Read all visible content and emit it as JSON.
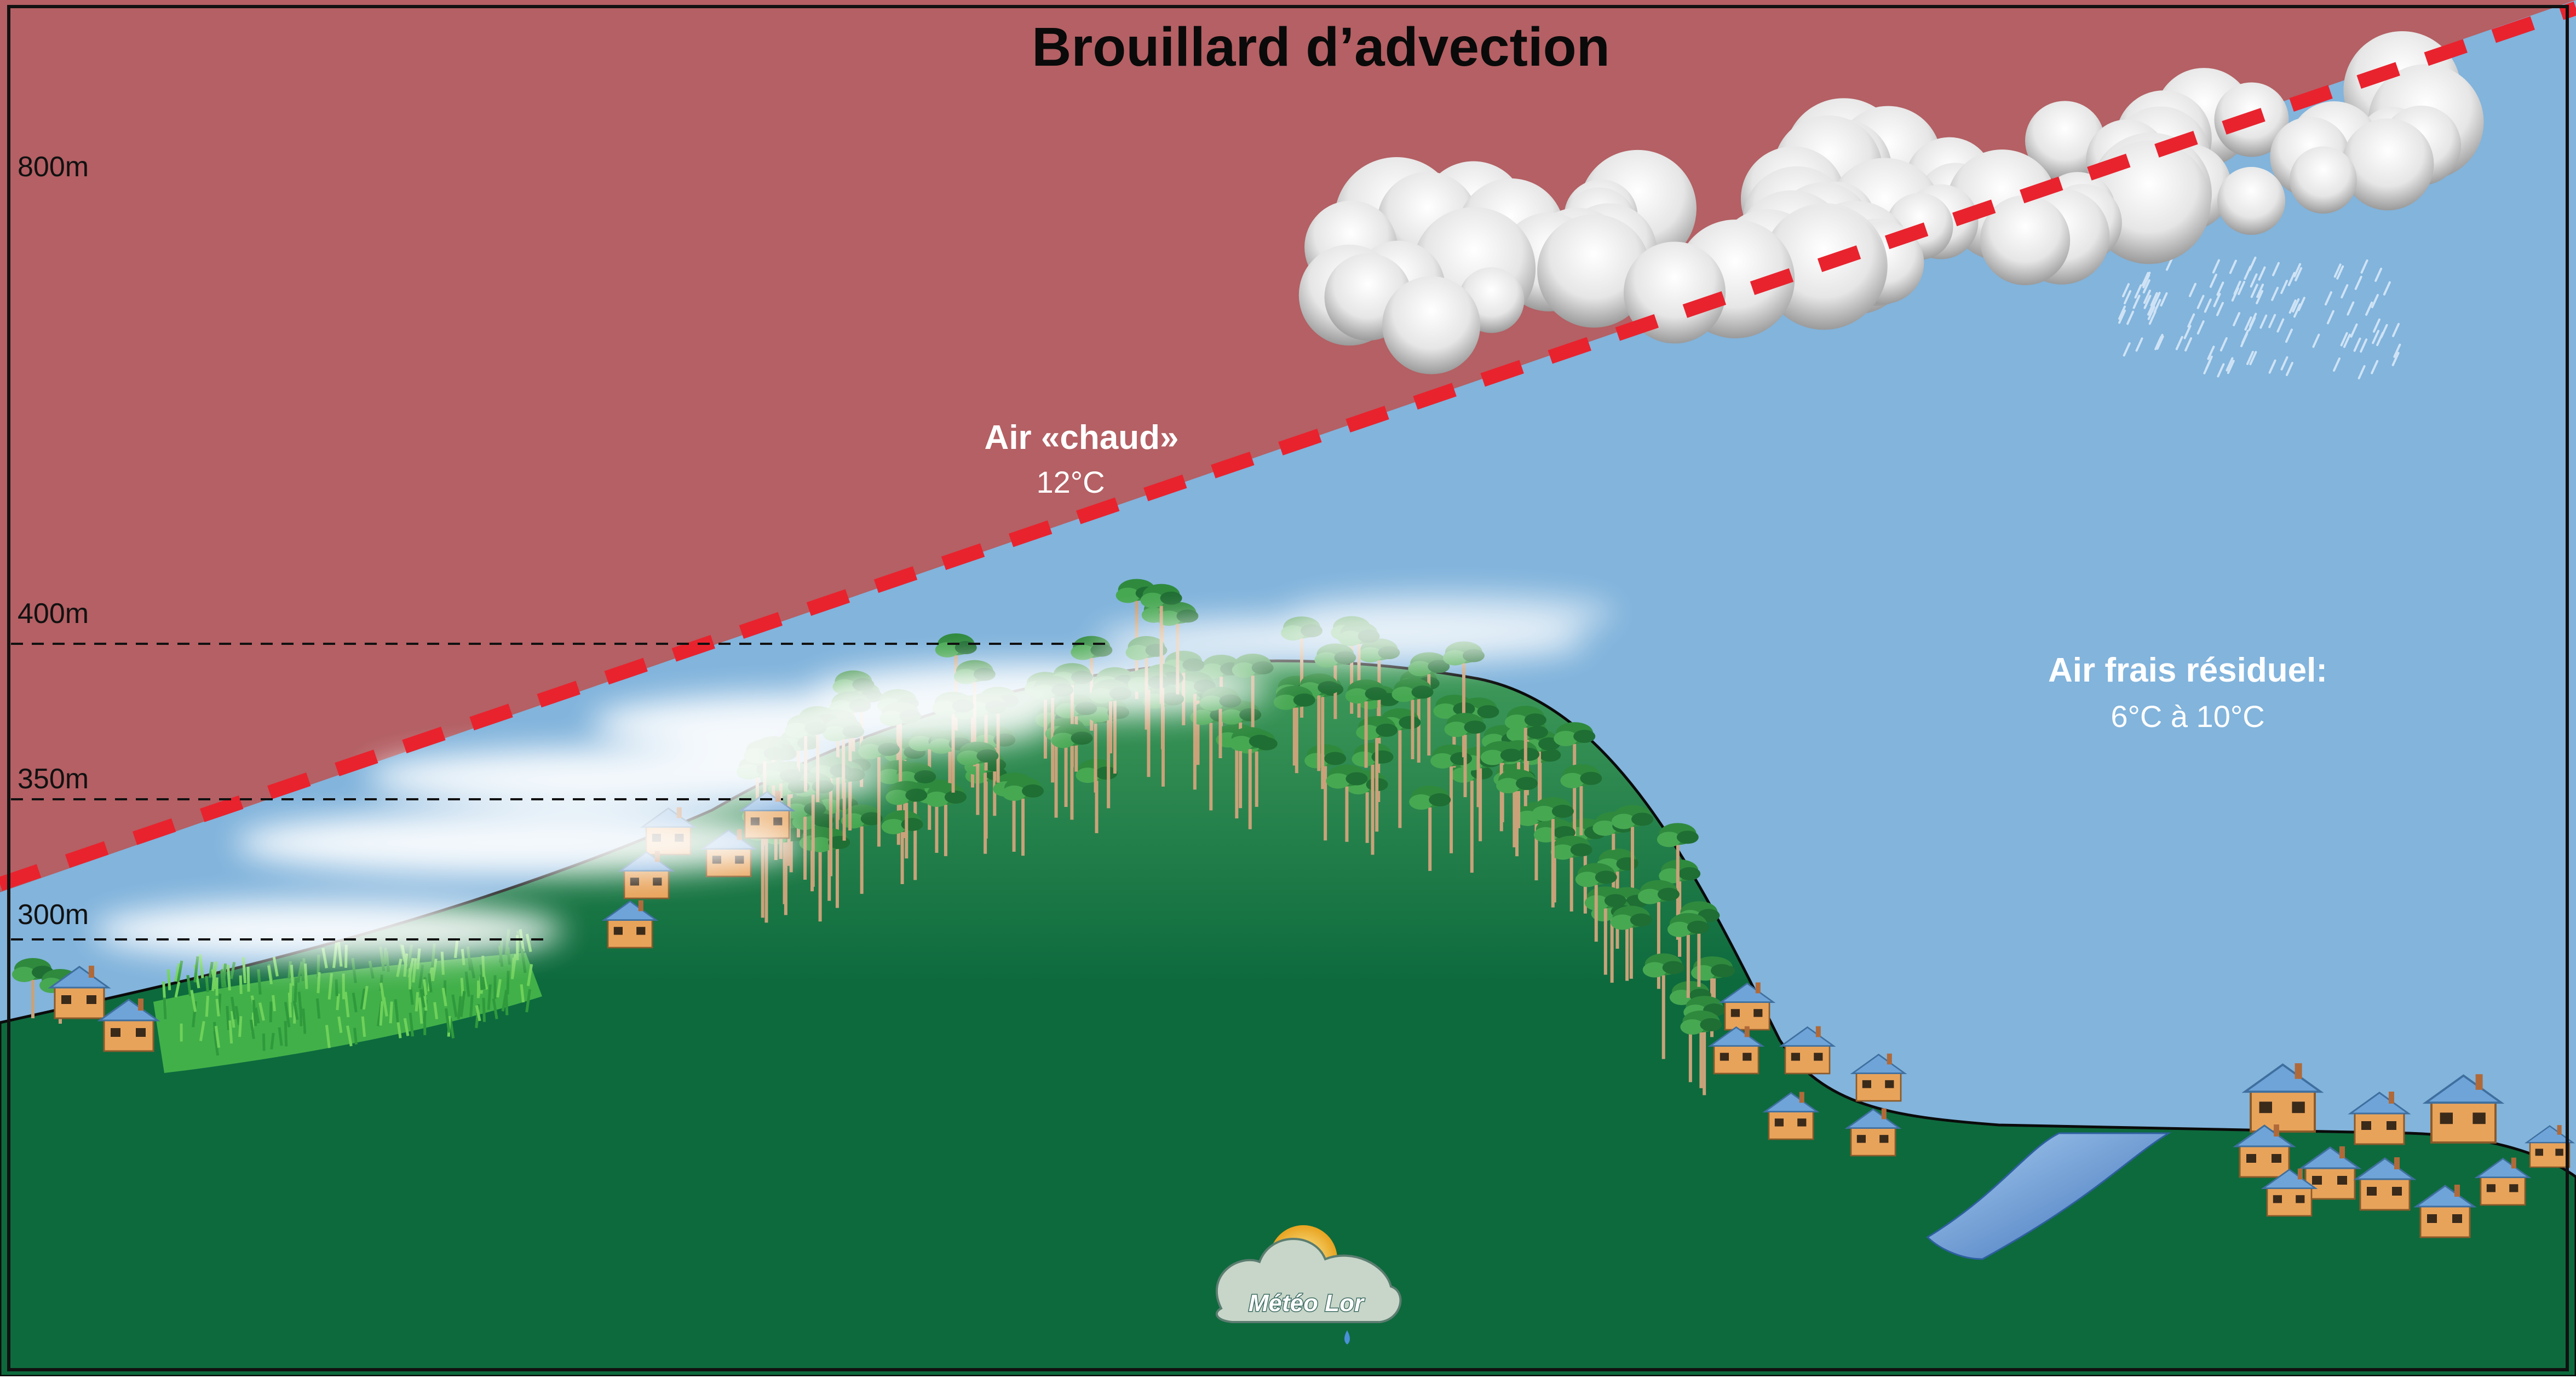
{
  "title": "Brouillard d’advection",
  "altitudes": [
    {
      "label": "800m",
      "value": 800
    },
    {
      "label": "400m",
      "value": 400
    },
    {
      "label": "350m",
      "value": 350
    },
    {
      "label": "300m",
      "value": 300
    }
  ],
  "warm_air": {
    "name": "Air «chaud»",
    "temp": "12°C"
  },
  "cool_air": {
    "name": "Air frais résiduel:",
    "temp": "6°C à 10°C"
  },
  "logo": {
    "text": "Météo Lor"
  },
  "colors": {
    "warm_air": "#b46064",
    "cool_air": "#82b4dc",
    "ground": "#0d6a3d",
    "inversion_line": "#e8232e",
    "river": "#4d86cc"
  },
  "icons": [
    "cloud-icon",
    "rain-icon",
    "fog-icon",
    "tree-icon",
    "house-icon",
    "river-icon",
    "logo-sun-icon"
  ]
}
